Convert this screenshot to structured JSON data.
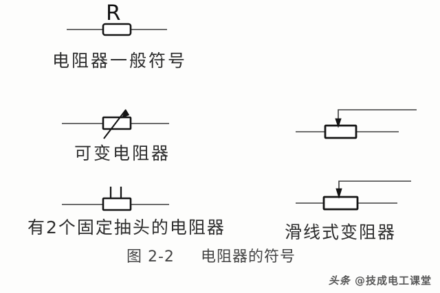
{
  "figure": {
    "caption_number": "图 2-2",
    "caption_title": "电阻器的符号",
    "background_color": "#fdfdfc",
    "ink_color": "#141414"
  },
  "symbols": [
    {
      "id": "general-resistor",
      "designator": "R",
      "label": "电阻器一般符号",
      "kind": "resistor-box-with-leads"
    },
    {
      "id": "variable-resistor",
      "label": "可变电阻器",
      "kind": "resistor-box-with-diagonal-arrow"
    },
    {
      "id": "tapped-resistor",
      "label": "有2个固定抽头的电阻器",
      "kind": "resistor-box-with-two-taps"
    },
    {
      "id": "potentiometer-top",
      "label": "",
      "kind": "resistor-box-with-wiper-arrow"
    },
    {
      "id": "slide-wire-rheostat",
      "label": "滑线式变阻器",
      "kind": "resistor-box-with-wiper-arrow"
    }
  ],
  "watermark": {
    "source": "头条",
    "account": "@技成电工课堂"
  }
}
